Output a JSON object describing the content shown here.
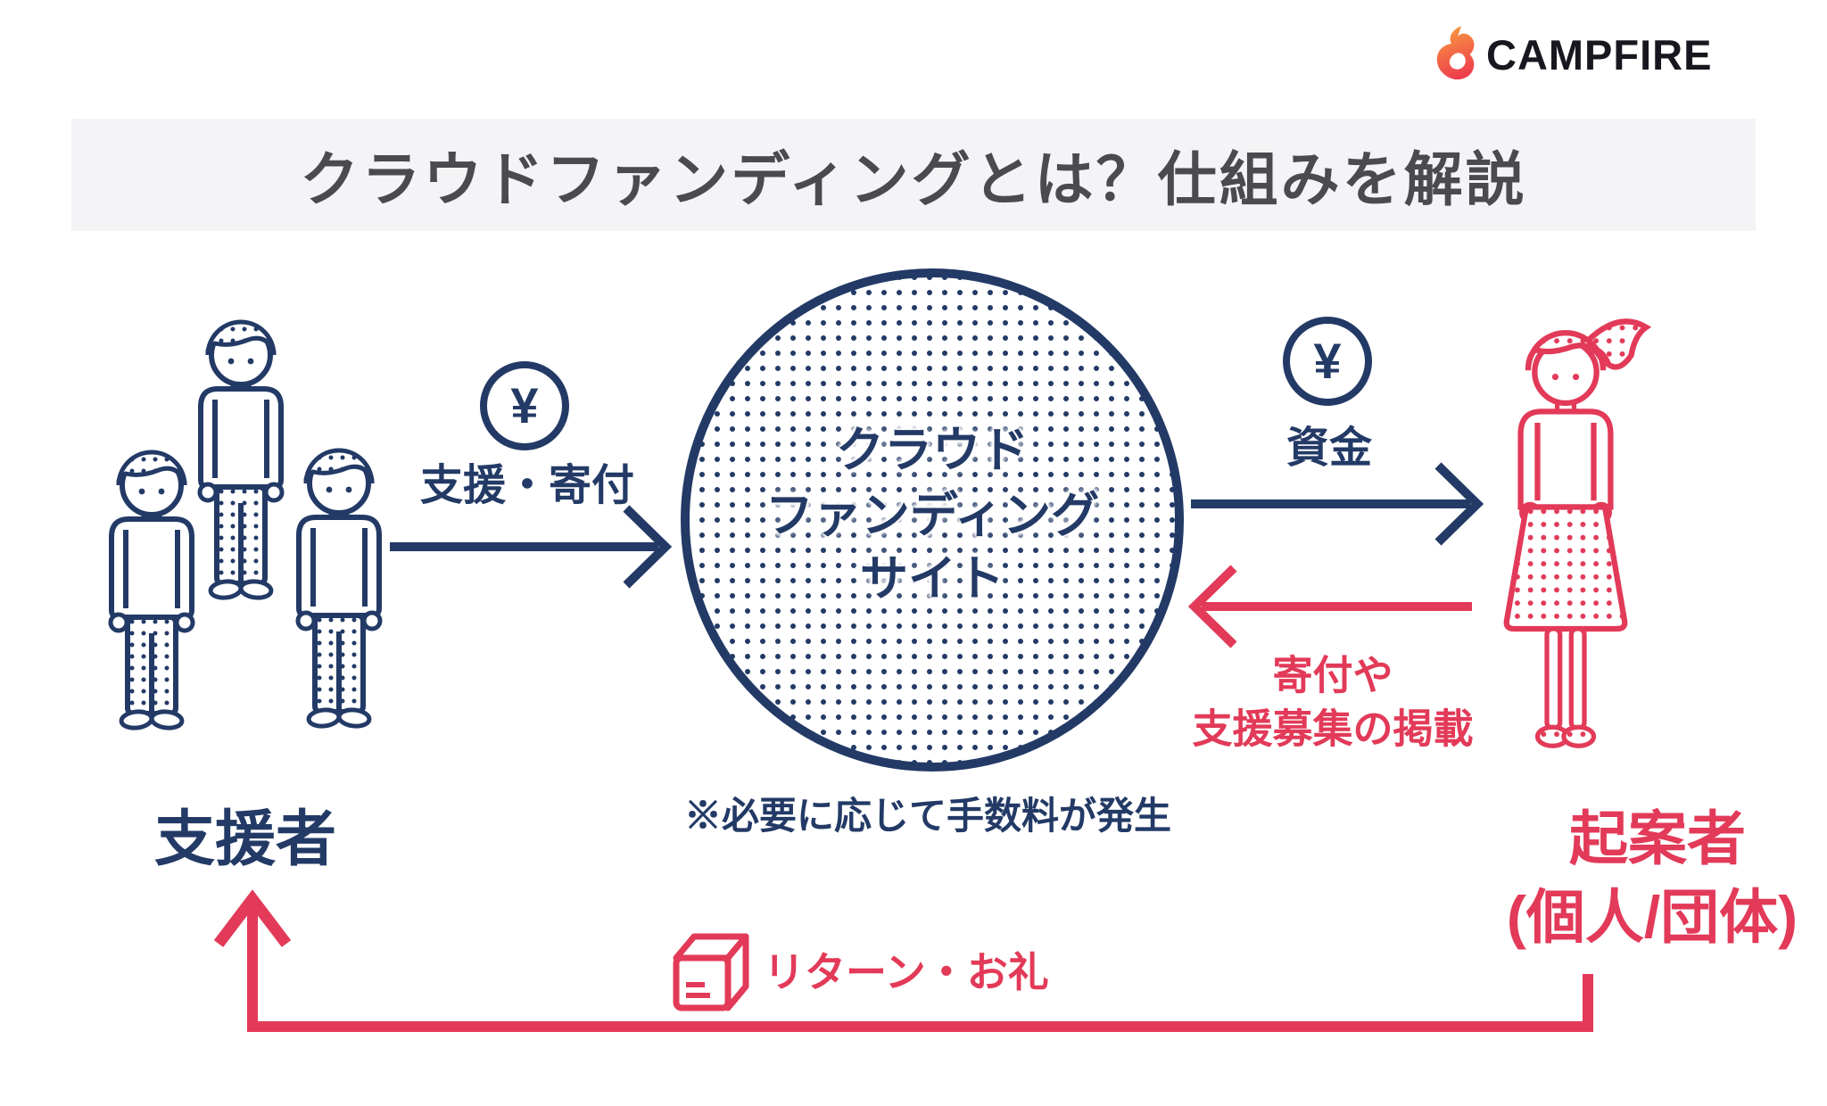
{
  "colors": {
    "navy": "#233a66",
    "red": "#e23a58",
    "title_text": "#4a4a4f",
    "banner_bg": "#f4f4f6",
    "logo_text": "#17171f",
    "flame_top": "#f99d3e",
    "flame_bottom": "#ee3d4e"
  },
  "logo": {
    "brand": "CAMPFIRE"
  },
  "title": {
    "text": "クラウドファンディングとは？仕組みを解説"
  },
  "supporters": {
    "label": "支援者"
  },
  "platform": {
    "line1": "クラウド",
    "line2": "ファンディング",
    "line3": "サイト",
    "note": "※必要に応じて手数料が発生"
  },
  "initiator": {
    "line1": "起案者",
    "line2": "(個人/団体)"
  },
  "flows": {
    "support": {
      "label": "支援・寄付",
      "symbol": "¥"
    },
    "funds": {
      "label": "資金",
      "symbol": "¥"
    },
    "listing": {
      "line1": "寄付や",
      "line2": "支援募集の掲載"
    },
    "returns": {
      "label": "リターン・お礼"
    }
  }
}
